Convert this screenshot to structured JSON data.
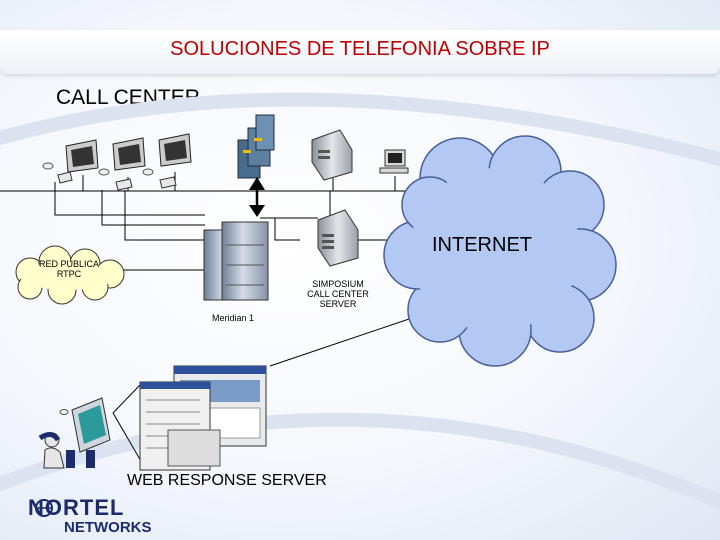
{
  "header": {
    "title": "SOLUCIONES DE TELEFONIA SOBRE IP"
  },
  "section": {
    "title": "CALL CENTER"
  },
  "nodes": {
    "pstn": {
      "line1": "RED PUBLICA",
      "line2": "RTPC"
    },
    "internet": {
      "label": "INTERNET"
    },
    "simposium": {
      "line1": "SIMPOSIUM",
      "line2": "CALL CENTER SERVER"
    },
    "meridian": {
      "label": "Meridian 1"
    },
    "web": {
      "label": "WEB RESPONSE SERVER"
    }
  },
  "logo": {
    "line1": "NORTEL",
    "line2": "NETWORKS"
  },
  "colors": {
    "title": "#c00000",
    "cloud": "#b3c8f2",
    "cloud_edge": "#4a5f9a",
    "logo": "#1b2b6b"
  }
}
